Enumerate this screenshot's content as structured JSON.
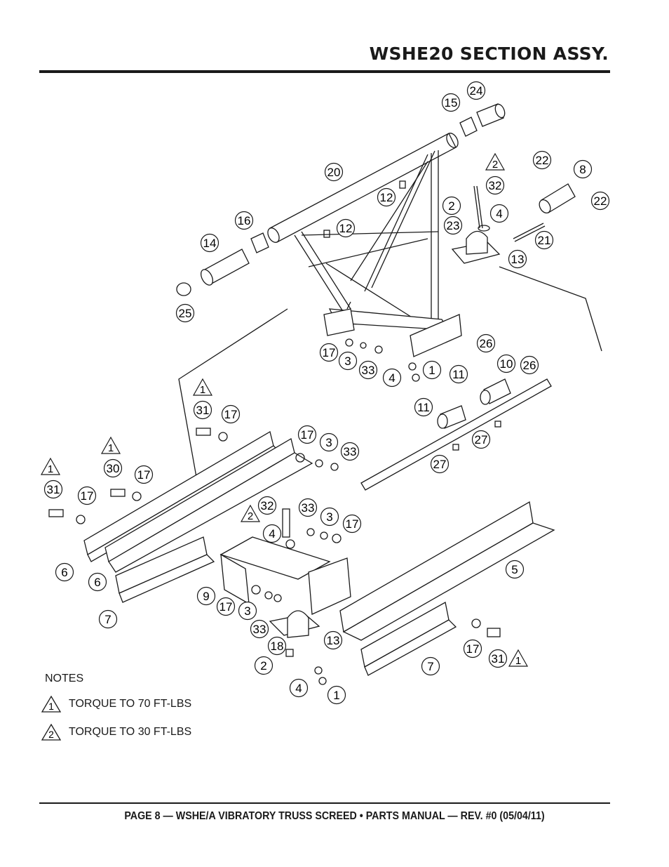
{
  "header": {
    "title": "WSHE20 SECTION ASSY."
  },
  "notes": {
    "heading": "NOTES",
    "items": [
      {
        "marker": "1",
        "text": "TORQUE TO 70 FT-LBS"
      },
      {
        "marker": "2",
        "text": "TORQUE TO 30 FT-LBS"
      }
    ]
  },
  "callouts": [
    "24",
    "15",
    "20",
    "12",
    "12",
    "16",
    "14",
    "25",
    "22",
    "8",
    "22",
    "32",
    "2",
    "4",
    "23",
    "21",
    "13",
    "17",
    "3",
    "33",
    "4",
    "1",
    "26",
    "11",
    "10",
    "26",
    "11",
    "27",
    "27",
    "31",
    "17",
    "17",
    "3",
    "33",
    "30",
    "17",
    "31",
    "17",
    "32",
    "33",
    "3",
    "17",
    "4",
    "6",
    "6",
    "7",
    "9",
    "17",
    "3",
    "33",
    "5",
    "13",
    "18",
    "2",
    "4",
    "1",
    "17",
    "31",
    "7"
  ],
  "footer": {
    "text": "PAGE 8 — WSHE/A VIBRATORY TRUSS SCREED • PARTS MANUAL — REV. #0 (05/04/11)"
  }
}
